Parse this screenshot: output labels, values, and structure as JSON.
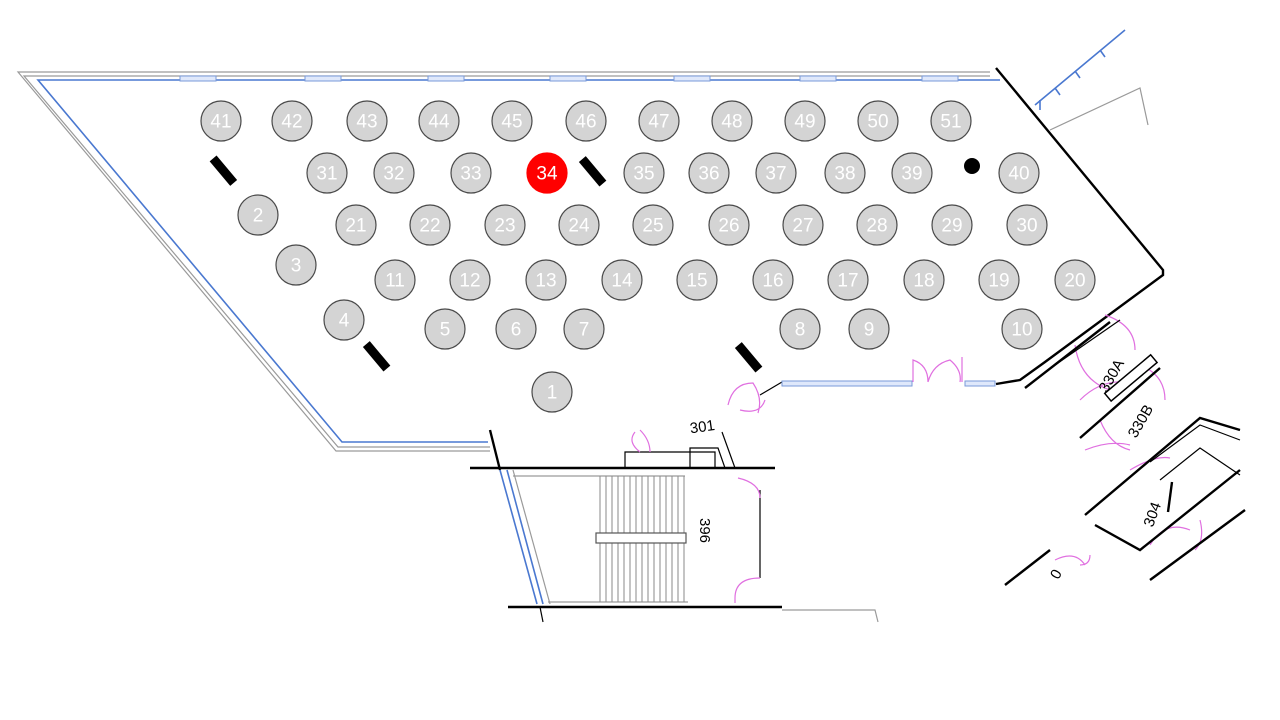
{
  "floor_plan": {
    "selected_seat": "34",
    "colors": {
      "seat_fill": "#d4d4d4",
      "seat_border": "#4a4a4a",
      "selected_fill": "#ff0000",
      "seat_text": "#ffffff",
      "outer_wall": "#4a78d0",
      "door_swing": "#e070e0"
    },
    "seats": [
      "1",
      "2",
      "3",
      "4",
      "5",
      "6",
      "7",
      "8",
      "9",
      "10",
      "11",
      "12",
      "13",
      "14",
      "15",
      "16",
      "17",
      "18",
      "19",
      "20",
      "21",
      "22",
      "23",
      "24",
      "25",
      "26",
      "27",
      "28",
      "29",
      "30",
      "31",
      "32",
      "33",
      "34",
      "35",
      "36",
      "37",
      "38",
      "39",
      "40",
      "41",
      "42",
      "43",
      "44",
      "45",
      "46",
      "47",
      "48",
      "49",
      "50",
      "51"
    ],
    "room_labels": {
      "r301": "301",
      "r396": "396",
      "r330a": "330A",
      "r330b": "330B",
      "r304": "304",
      "r0": "0"
    }
  }
}
